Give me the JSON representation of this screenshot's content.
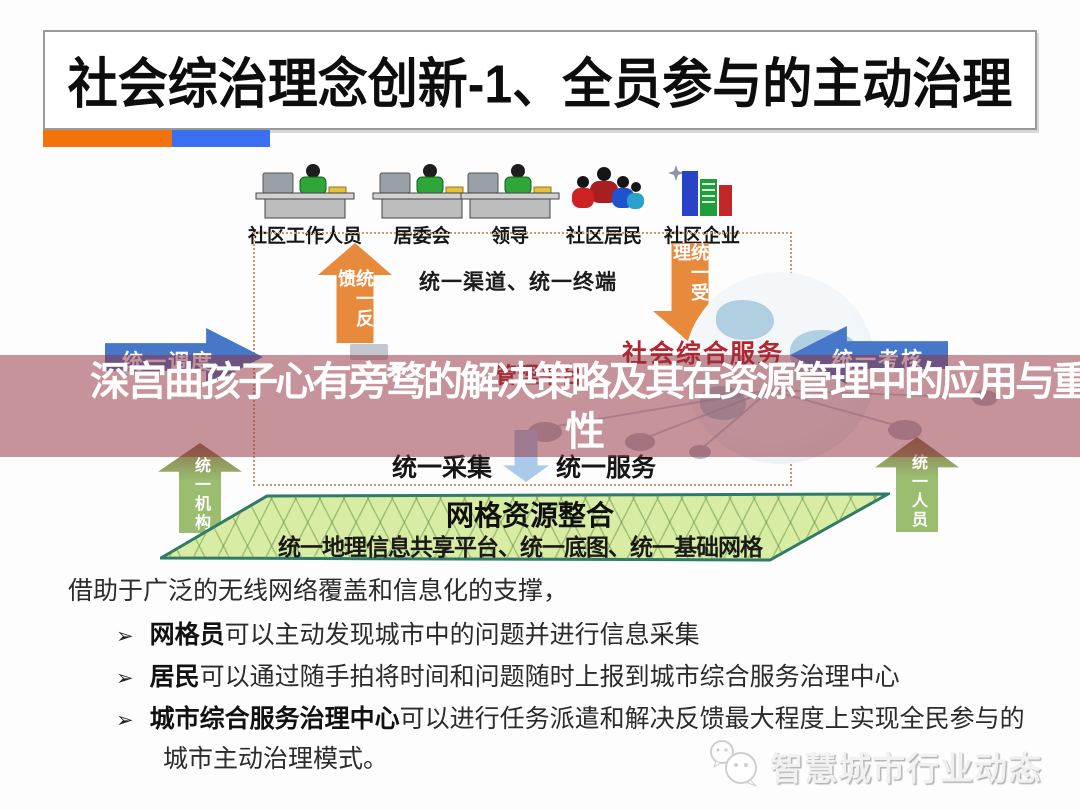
{
  "slide": {
    "title": "社会综治理念创新-1、全员参与的主动治理",
    "accent_colors": {
      "orange": "#f2720c",
      "blue": "#3a6ff2"
    }
  },
  "overlay": {
    "line1": "深宫曲孩子心有旁骛的解决策略及其在资源管理中的应用与重要",
    "line2": "性",
    "band_color": "#91313d",
    "text_color": "#ffffff"
  },
  "actors": [
    {
      "label": "社区工作人员",
      "icon": "desk-worker-icon"
    },
    {
      "label": "居委会",
      "icon": "desk-worker-icon"
    },
    {
      "label": "领导",
      "icon": "desk-worker-icon"
    },
    {
      "label": "社区居民",
      "icon": "people-group-icon"
    },
    {
      "label": "社区企业",
      "icon": "buildings-icon"
    }
  ],
  "diagram": {
    "feedback_up_arrow": "统一反馈",
    "channel_text": "统一渠道、统一终端",
    "accept_down_arrow": "统一受理",
    "dispatch_left_arrow": "统一调度",
    "assess_right_arrow": "统一考核",
    "center_title_line1": "社会综合服务",
    "center_title_line2": "管理平台",
    "collect_label": "统一采集",
    "service_label": "统一服务",
    "green_left_arrow": "统一机构",
    "green_right_arrow": "统一人员",
    "grid_title": "网格资源整合",
    "grid_subtitle": "统一地理信息共享平台、统一底图、统一基础网格",
    "arrow_orange": "#e78a3c",
    "arrow_blue": "#4677c8",
    "arrow_green": "#9abd70",
    "grid_fill": "#d9eca4",
    "grid_border": "#2f7a68",
    "center_red": "#b5242f"
  },
  "notes": {
    "intro": "借助于广泛的无线网络覆盖和信息化的支撑，",
    "bullet_glyph": "➢",
    "bullets": [
      {
        "lead": "网格员",
        "text": "可以主动发现城市中的问题并进行信息采集"
      },
      {
        "lead": "居民",
        "text": "可以通过随手拍将时间和问题随时上报到城市综合服务治理中心"
      },
      {
        "lead": "城市综合服务治理中心",
        "text": "可以进行任务派遣和解决反馈最大程度上实现全民参与的",
        "text_line2": "城市主动治理模式。"
      }
    ]
  },
  "watermark": {
    "text": "智慧城市行业动态"
  }
}
